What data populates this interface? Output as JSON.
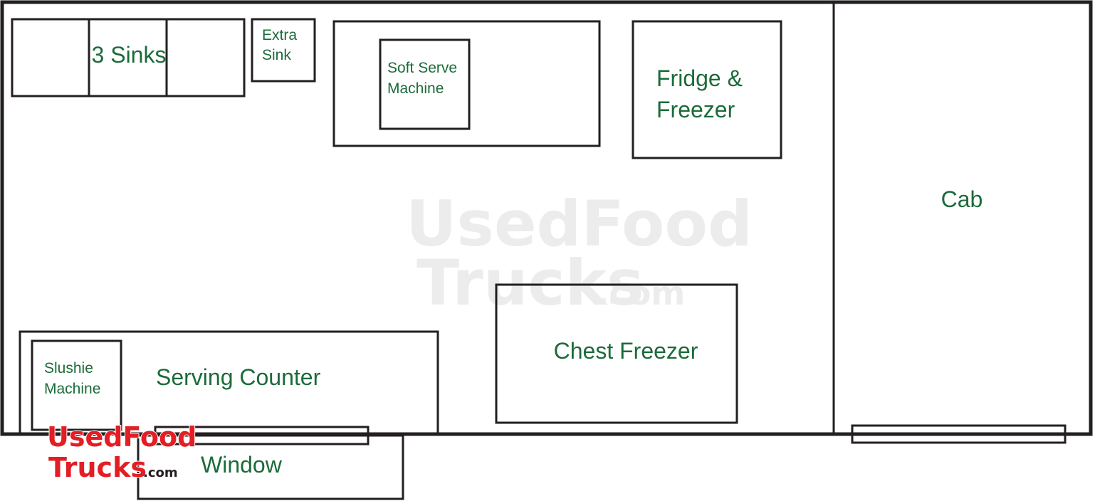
{
  "labels": {
    "three_sinks": "3 Sinks",
    "extra_sink_line1": "Extra",
    "extra_sink_line2": "Sink",
    "soft_serve_line1": "Soft Serve",
    "soft_serve_line2": "Machine",
    "fridge_line1": "Fridge &",
    "fridge_line2": "Freezer",
    "cab": "Cab",
    "chest_freezer": "Chest Freezer",
    "slushie_line1": "Slushie",
    "slushie_line2": "Machine",
    "serving_counter": "Serving Counter",
    "window": "Window"
  },
  "watermark": {
    "line1": "UsedFood",
    "line2": "Trucks",
    "suffix": ".com"
  },
  "logo": {
    "line1": "UsedFood",
    "line2": "Trucks",
    "suffix": ".com"
  },
  "colors": {
    "label_green": "#1b6b3a",
    "logo_red": "#e31e24",
    "outline": "#231f20"
  }
}
